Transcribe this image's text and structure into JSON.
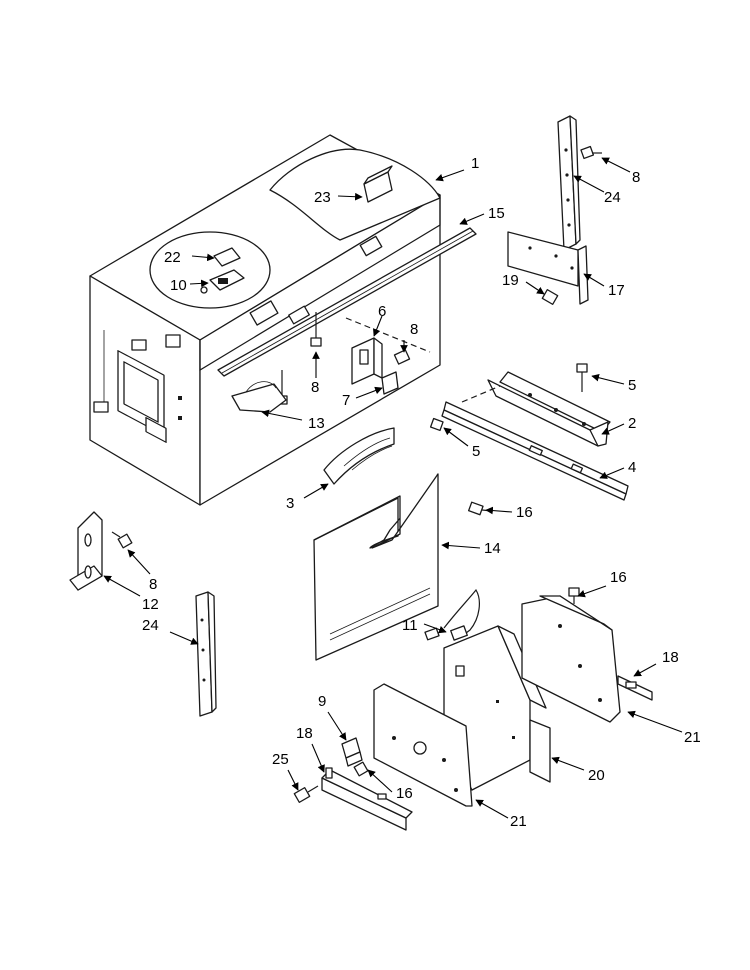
{
  "callouts": [
    {
      "label": "1"
    },
    {
      "label": "23"
    },
    {
      "label": "15"
    },
    {
      "label": "22"
    },
    {
      "label": "10"
    },
    {
      "label": "6"
    },
    {
      "label": "8"
    },
    {
      "label": "8"
    },
    {
      "label": "7"
    },
    {
      "label": "13"
    },
    {
      "label": "8"
    },
    {
      "label": "24"
    },
    {
      "label": "17"
    },
    {
      "label": "19"
    },
    {
      "label": "5"
    },
    {
      "label": "2"
    },
    {
      "label": "5"
    },
    {
      "label": "4"
    },
    {
      "label": "3"
    },
    {
      "label": "16"
    },
    {
      "label": "14"
    },
    {
      "label": "8"
    },
    {
      "label": "12"
    },
    {
      "label": "24"
    },
    {
      "label": "16"
    },
    {
      "label": "11"
    },
    {
      "label": "18"
    },
    {
      "label": "21"
    },
    {
      "label": "9"
    },
    {
      "label": "18"
    },
    {
      "label": "20"
    },
    {
      "label": "25"
    },
    {
      "label": "16"
    },
    {
      "label": "21"
    }
  ]
}
